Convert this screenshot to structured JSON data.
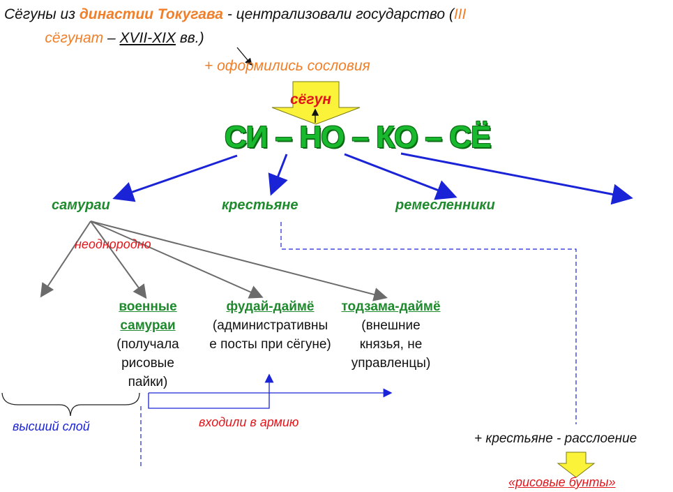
{
  "title": {
    "part1": "Сёгуны из ",
    "dynasty": "династии Токугава",
    "part2": "  - централизовали государство (",
    "roman": "III",
    "shogunate": "сёгунат",
    "dash": " – ",
    "century": "XVII-XIX",
    "part3": " вв.)"
  },
  "estates_note": "+ оформились сословия",
  "shogun_label": "сёгун",
  "acronym": "СИ – НО – КО – СЁ",
  "classes": {
    "samurai": "самураи",
    "peasants": "крестьяне",
    "artisans": "ремесленники"
  },
  "heterogeneous": "неоднородно",
  "columns": [
    {
      "head": "военные самураи",
      "body": "(получала рисовые пайки)"
    },
    {
      "head": "фудай-даймё",
      "body": "(административные посты при сёгуне)"
    },
    {
      "head": "тодзама-даймё",
      "body": "(внешние князья, не управленцы)"
    }
  ],
  "upper_layer": "высший слой",
  "joined_army": "входили в армию",
  "peasant_stratification": "+ крестьяне - расслоение",
  "rice_riots": "«рисовые бунты»",
  "colors": {
    "orange": "#f07f2a",
    "green": "#1f8a2d",
    "bright_green": "#19b92f",
    "red": "#e0161b",
    "blue": "#1a24d6",
    "yellow": "#fbf23a",
    "gray": "#6b6b6b"
  }
}
